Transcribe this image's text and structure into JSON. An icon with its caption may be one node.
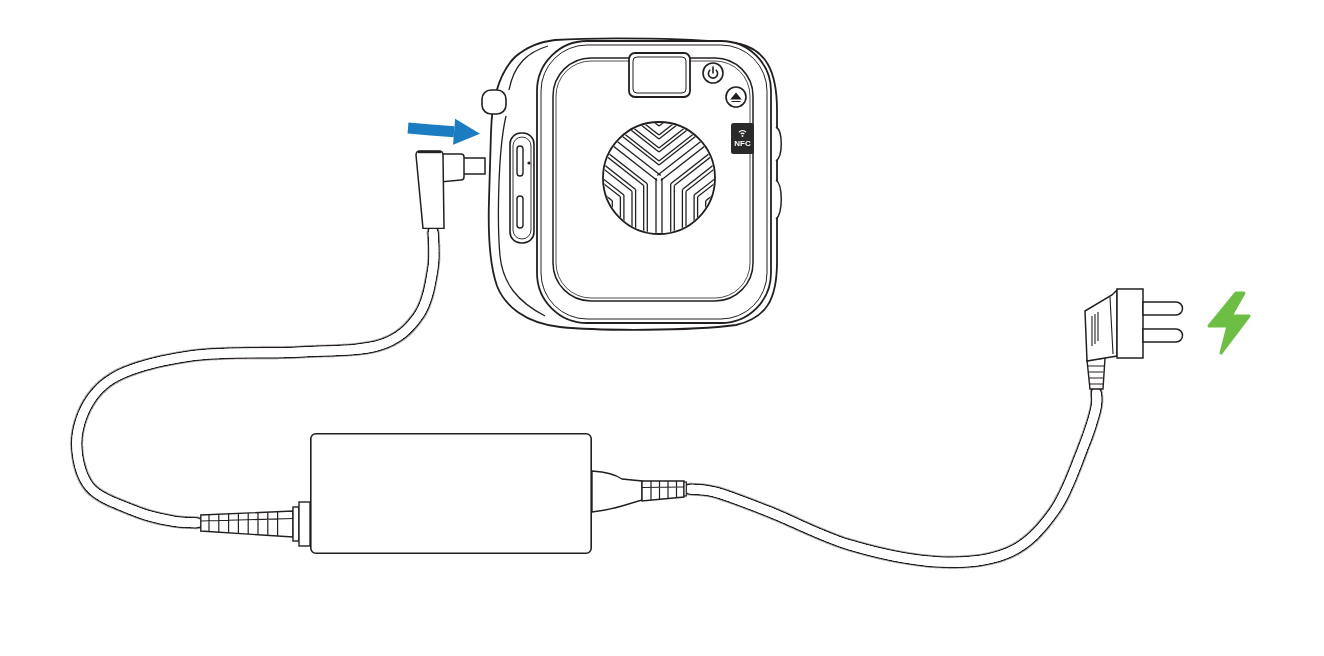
{
  "diagram": {
    "nodes": [
      {
        "text": [],
        "shape": "picture"
      },
      {
        "text": [],
        "shape": "picture"
      },
      {
        "text": [],
        "shape": "box"
      },
      {
        "text": [],
        "shape": "picture"
      }
    ],
    "edges": [
      {
        "from": null,
        "to": 0,
        "arrow": "to",
        "style": "thick",
        "color": "#1b7cc1"
      },
      {
        "from": 1,
        "to": 2,
        "arrow": "none"
      },
      {
        "from": 2,
        "to": 3,
        "arrow": "none"
      }
    ],
    "labels": [
      "NFC"
    ]
  }
}
